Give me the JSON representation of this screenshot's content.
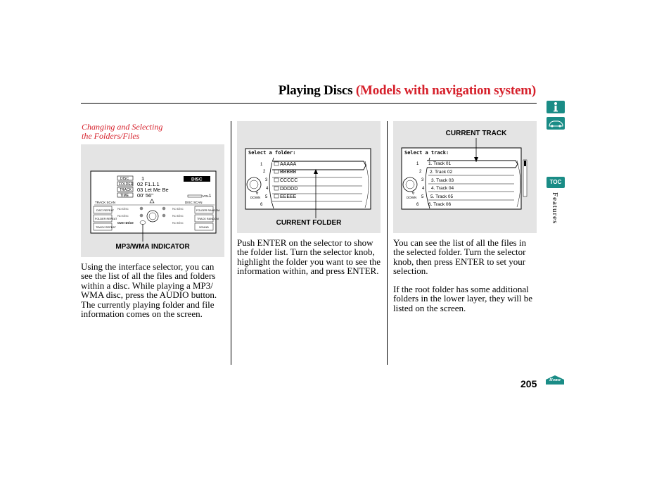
{
  "header": {
    "title_black": "Playing Discs",
    "title_red": "(Models with navigation system)"
  },
  "sidebar": {
    "tab_label": "Features",
    "toc_label": "TOC",
    "home_label": "Home"
  },
  "page_number": "205",
  "column1": {
    "caption_line1": "Changing and Selecting",
    "caption_line2": "the Folders/Files",
    "figure_label": "MP3/WMA INDICATOR",
    "screen": {
      "rows": [
        {
          "tag": "DISC",
          "value": "1"
        },
        {
          "tag": "FOLDER",
          "value": "02  F1.1.1"
        },
        {
          "tag": "TRACK",
          "value": "03  Let Me Be"
        },
        {
          "tag": "TIME",
          "value": "00' 56\""
        }
      ],
      "badge": "DISC",
      "vol": "VOL",
      "vol_val": "1",
      "track_scan": "TRACK SCAN",
      "disc_scan": "DISC SCAN",
      "left_buttons": [
        "DISC REPEAT",
        "FOLDER REPEAT",
        "TRACK REPEAT"
      ],
      "right_buttons": [
        "FOLDER RANDOM",
        "TRACK RANDOM",
        "SOUND"
      ],
      "slot_left_top": "No Disc",
      "slot_left_mid": "No Disc",
      "slot_left_bot": "Over Drive",
      "slot_right_top": "No Disc",
      "slot_right_mid": "No Disc",
      "slot_right_bot": "No Disc"
    },
    "paragraph": "Using the interface selector, you can see the list of all the files and folders within a disc. While playing a MP3/ WMA disc, press the AUDIO button. The currently playing folder and file information comes on the screen."
  },
  "column2": {
    "figure_label": "CURRENT FOLDER",
    "screen": {
      "header": "Select a folder:",
      "items": [
        "AAAAA",
        "BBBBB",
        "CCCCC",
        "DDDDD",
        "EEEEE"
      ],
      "numbers": [
        "1",
        "2",
        "3",
        "4",
        "5",
        "6"
      ],
      "down": "DOWN"
    },
    "paragraph": "Push ENTER on the selector to show the folder list. Turn the selector knob, highlight the folder you want to see the information within, and press ENTER."
  },
  "column3": {
    "figure_label": "CURRENT TRACK",
    "screen": {
      "header": "Select a track:",
      "items": [
        "1. Track 01",
        "2. Track 02",
        "3. Track 03",
        "4. Track 04",
        "5. Track 05",
        "6. Track 06"
      ],
      "numbers": [
        "1",
        "2",
        "3",
        "4",
        "5",
        "6"
      ],
      "down": "DOWN"
    },
    "paragraph1": "You can see the list of all the files in the selected folder. Turn the selector knob, then press ENTER to set your selection.",
    "paragraph2": "If the root folder has some additional folders in the lower layer, they will be listed on the screen."
  },
  "colors": {
    "accent_red": "#d6202b",
    "sidebar_teal": "#1a8c86",
    "panel_gray": "#e4e4e4"
  }
}
